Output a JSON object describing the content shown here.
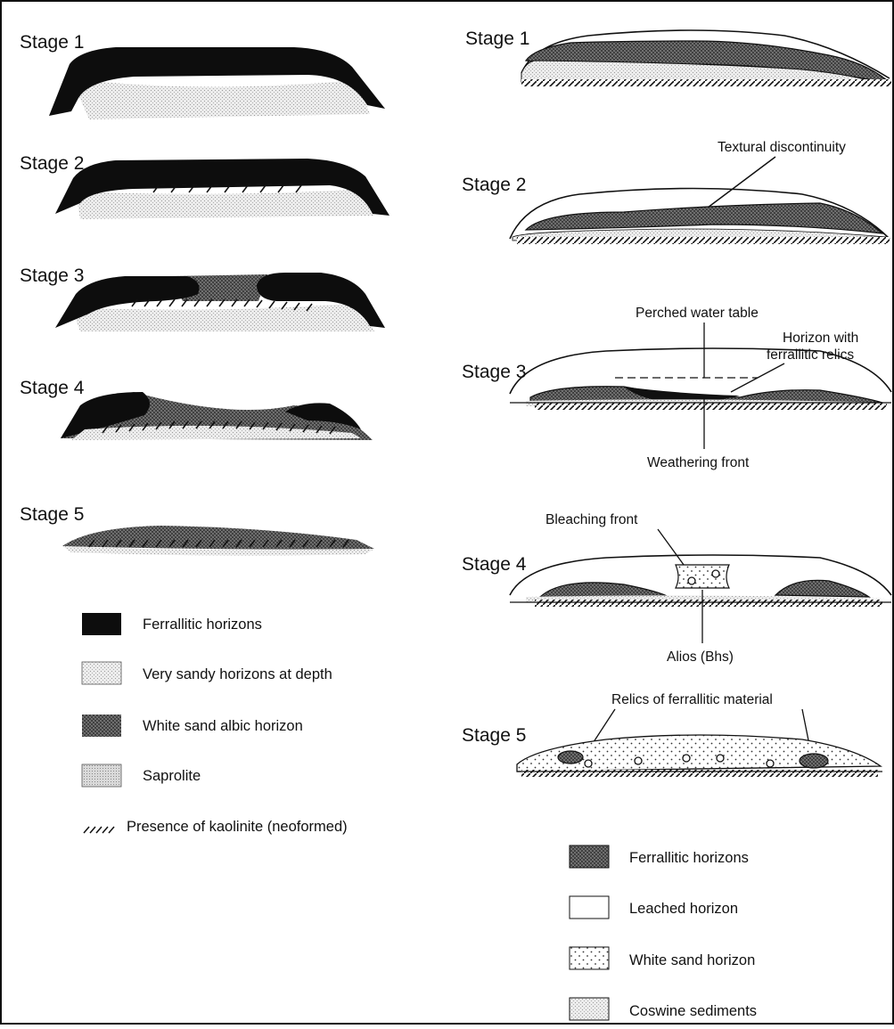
{
  "left_panel": {
    "stages": [
      "Stage 1",
      "Stage 2",
      "Stage 3",
      "Stage 4",
      "Stage 5"
    ],
    "legend": [
      {
        "label": "Ferrallitic horizons",
        "swatch": "black"
      },
      {
        "label": "Very sandy horizons at depth",
        "swatch": "light-stipple"
      },
      {
        "label": "White sand albic horizon",
        "swatch": "dark-crosshatch"
      },
      {
        "label": "Saprolite",
        "swatch": "gray-stipple"
      },
      {
        "label": "Presence of kaolinite (neoformed)",
        "swatch": "hatch-marks"
      }
    ]
  },
  "right_panel": {
    "stages": [
      "Stage 1",
      "Stage 2",
      "Stage 3",
      "Stage 4",
      "Stage 5"
    ],
    "annotations": {
      "textural_discontinuity": "Textural discontinuity",
      "perched_water_table": "Perched water table",
      "horizon_relics_line1": "Horizon with",
      "horizon_relics_line2": "ferrallitic relics",
      "weathering_front": "Weathering front",
      "bleaching_front": "Bleaching front",
      "alios": "Alios (Bhs)",
      "relics_material": "Relics of ferrallitic material"
    },
    "legend": [
      {
        "label": "Ferrallitic horizons",
        "swatch": "dark-crosshatch"
      },
      {
        "label": "Leached horizon",
        "swatch": "white"
      },
      {
        "label": "White sand horizon",
        "swatch": "dots"
      },
      {
        "label": "Coswine sediments",
        "swatch": "light-stipple"
      }
    ]
  },
  "colors": {
    "ink": "#111111",
    "dark_fill": "#555555",
    "light_fill": "#e4e4e4",
    "background": "#ffffff"
  }
}
